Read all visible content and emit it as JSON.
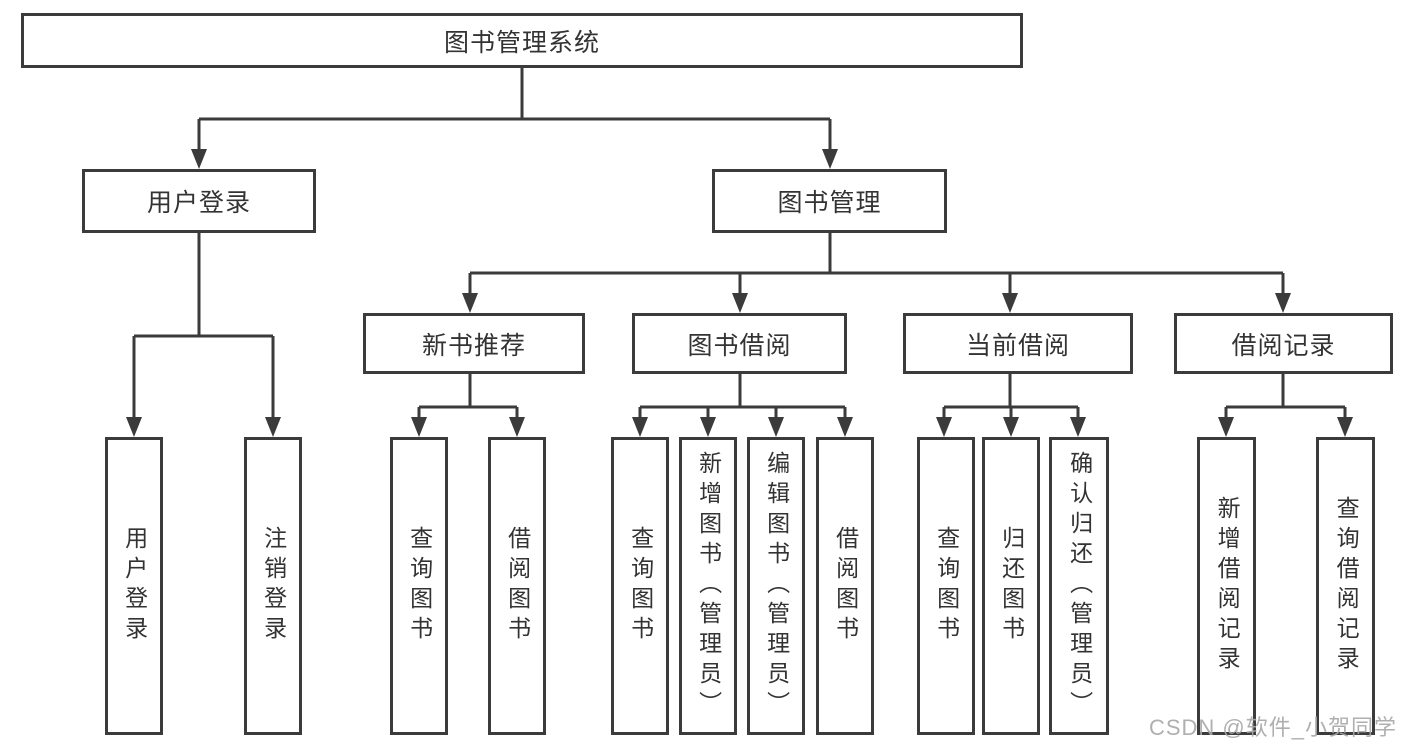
{
  "diagram": {
    "root": "图书管理系统",
    "branches": {
      "user_login": {
        "label": "用户登录",
        "children": {
          "login": "用户登录",
          "logout": "注销登录"
        }
      },
      "book_mgmt": {
        "label": "图书管理",
        "sections": {
          "new_book_rec": {
            "label": "新书推荐",
            "children": {
              "query_book": "查询图书",
              "borrow_book": "借阅图书"
            }
          },
          "book_borrow": {
            "label": "图书借阅",
            "children": {
              "query_book": "查询图书",
              "add_book": "新增图书（管理员）",
              "edit_book": "编辑图书（管理员）",
              "borrow_book": "借阅图书"
            }
          },
          "current_borrow": {
            "label": "当前借阅",
            "children": {
              "query_book": "查询图书",
              "return_book": "归还图书",
              "confirm_return": "确认归还（管理员）"
            }
          },
          "borrow_record": {
            "label": "借阅记录",
            "children": {
              "add_record": "新增借阅记录",
              "query_record": "查询借阅记录"
            }
          }
        }
      }
    }
  },
  "colors": {
    "line": "#3b3b3b",
    "text": "#333333",
    "watermark": "#a8a8a8"
  },
  "watermark": "CSDN @软件_小贺同学"
}
